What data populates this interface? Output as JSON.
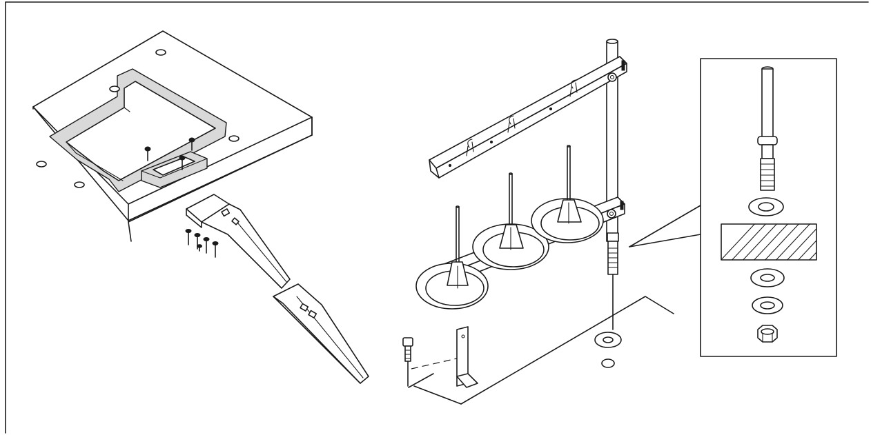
{
  "diagram": {
    "kind": "exploded-assembly-illustration",
    "panels": [
      "table-underside-with-thread-stand-bracket",
      "thread-stand-assembly",
      "mounting-detail-inset"
    ],
    "colors": {
      "line": "#1a1a1a",
      "background": "#ffffff",
      "shade": "#d9d9d9"
    }
  }
}
